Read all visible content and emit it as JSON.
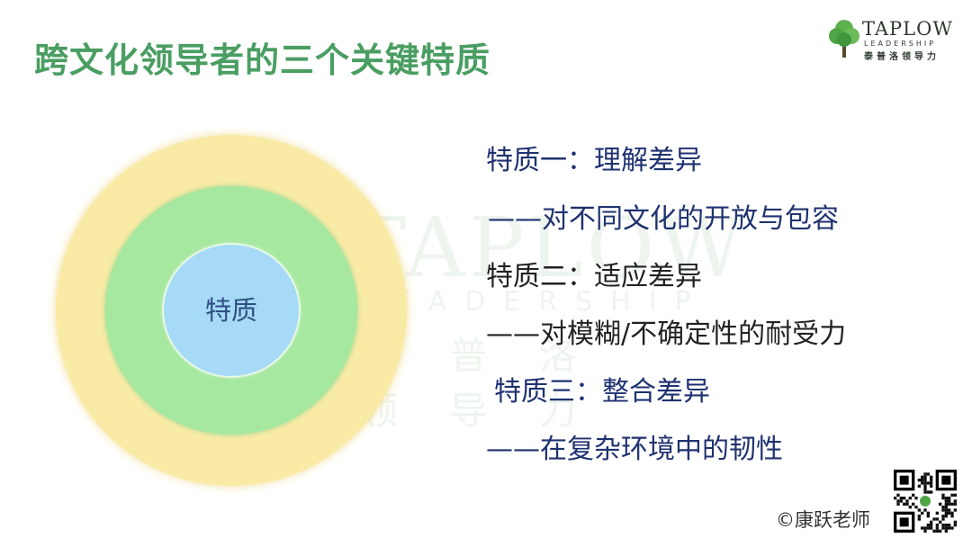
{
  "slide": {
    "title": "跨文化领导者的三个关键特质",
    "logo": {
      "name": "TAPLOW",
      "sub": "LEADERSHIP",
      "cn": "泰普洛领导力"
    },
    "watermark": {
      "name": "TAPLOW",
      "sub": "LEADERSHIP",
      "cn": "泰 普 洛 领 导 力"
    },
    "diagram": {
      "center_label": "特质",
      "colors": {
        "outer": "#f9eba6",
        "middle": "#a7e8a0",
        "inner": "#a6daf6"
      }
    },
    "traits": [
      {
        "heading": "特质一：理解差异",
        "detail": "——对不同文化的开放与包容"
      },
      {
        "heading": "特质二：适应差异",
        "detail": "——对模糊/不确定性的耐受力"
      },
      {
        "heading": "特质三：整合差异",
        "detail": "——在复杂环境中的韧性"
      }
    ],
    "copyright": "©康跃老师",
    "qr_icon": "qr-code-icon",
    "accent_color": "#4a9e62"
  }
}
